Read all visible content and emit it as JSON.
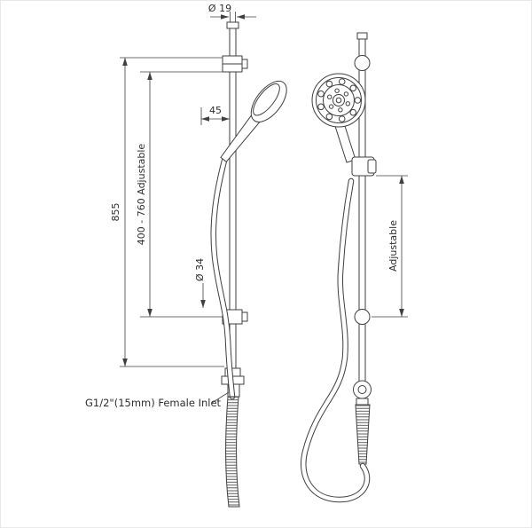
{
  "labels": {
    "rail_diameter": "Ø 19",
    "offset_45": "45",
    "overall_height": "855",
    "adjustable_range": "400 - 760 Adjustable",
    "bracket_diameter": "Ø 34",
    "inlet": "G1/2\"(15mm) Female Inlet",
    "adjustable": "Adjustable"
  },
  "colors": {
    "line": "#3f3f3f",
    "background": "#ffffff"
  }
}
